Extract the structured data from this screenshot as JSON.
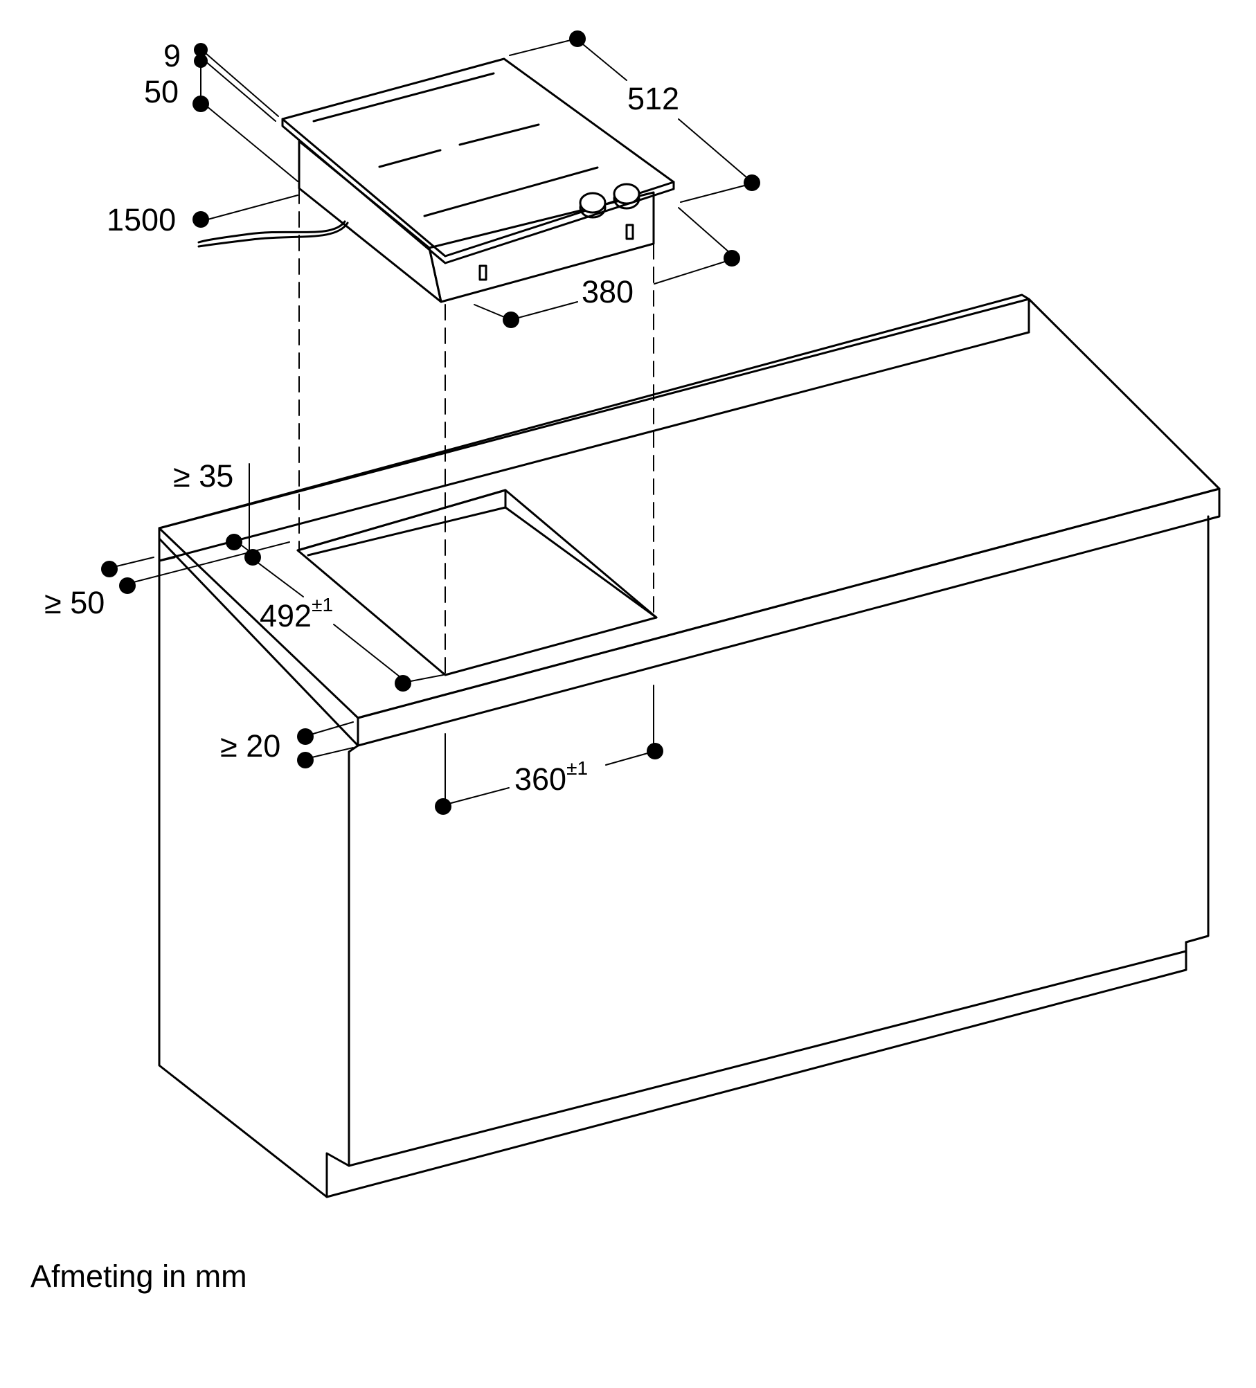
{
  "dimensions": {
    "d9": "9",
    "d50": "50",
    "d1500": "1500",
    "d512": "512",
    "d380": "380",
    "d35": "≥ 35",
    "d50min": "≥ 50",
    "d492": "492",
    "d492_tol": "±1",
    "d20": "≥ 20",
    "d360": "360",
    "d360_tol": "±1"
  },
  "caption": "Afmeting in mm"
}
